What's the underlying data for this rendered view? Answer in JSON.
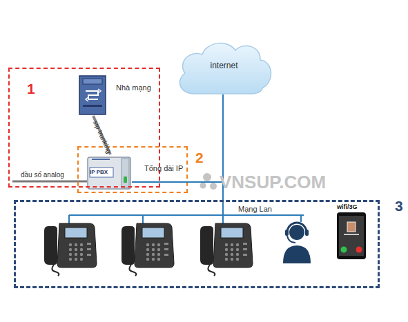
{
  "diagram": {
    "nodes": [
      {
        "text": [
          "1"
        ]
      },
      {
        "text": [
          "Nhà mạng"
        ],
        "in": 0
      },
      {
        "text": [
          "2"
        ]
      },
      {
        "text": [
          "IP PBX",
          "Tổng đài IP"
        ],
        "in": 2
      },
      {
        "text": [
          "internet"
        ]
      },
      {
        "text": [
          "3",
          "Mạng Lan"
        ]
      },
      {
        "text": [
          "wifi/3G"
        ],
        "in": 5
      }
    ],
    "edges": [
      {
        "from": 1,
        "to": 3,
        "label": "sip trunking",
        "arrow": "none"
      },
      {
        "from": 3,
        "to": 5,
        "arrow": "none"
      },
      {
        "from": 4,
        "to": 5,
        "arrow": "none"
      }
    ],
    "labels": [
      "đầu số analog",
      "VNSUP.COM"
    ]
  }
}
